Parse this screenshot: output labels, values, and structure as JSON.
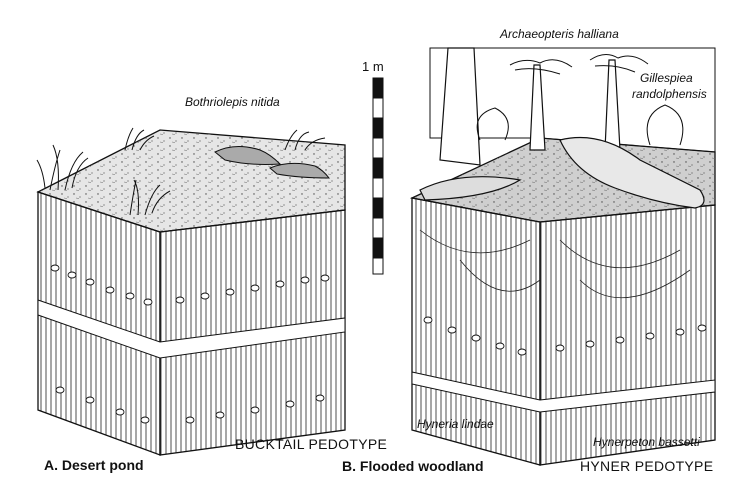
{
  "labels": {
    "scale": "1 m",
    "species_a": "Bothriolepis nitida",
    "species_b1": "Archaeopteris halliana",
    "species_b2a": "Gillespiea",
    "species_b2b": "randolphensis",
    "species_b3": "Hyneria lindae",
    "species_b4": "Hynerpeton bassetti",
    "pedotype_a": "BUCKTAIL PEDOTYPE",
    "pedotype_b": "HYNER PEDOTYPE",
    "panel_a": "A. Desert pond",
    "panel_b": "B. Flooded woodland"
  },
  "colors": {
    "ink": "#111111",
    "paper": "#ffffff",
    "ground": "#cfcfcf"
  }
}
